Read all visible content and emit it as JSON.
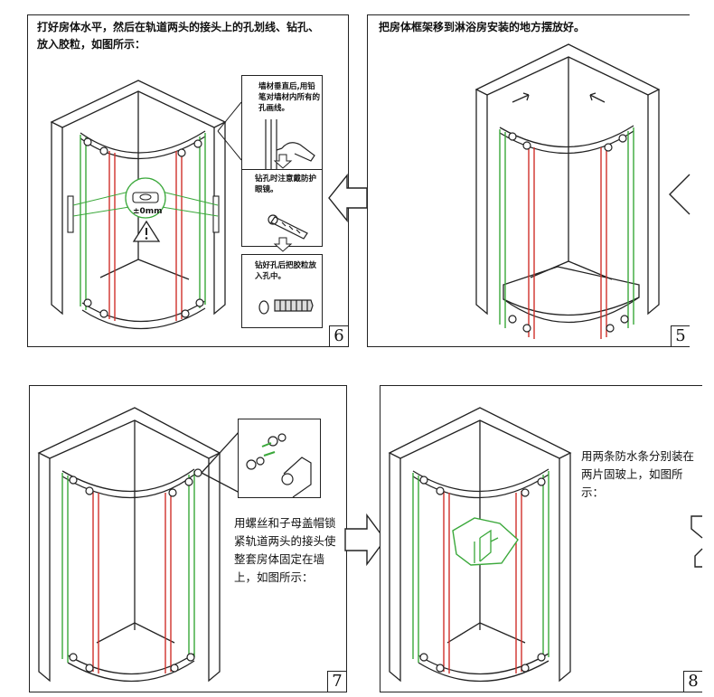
{
  "steps": [
    {
      "number": "6",
      "text": "打好房体水平，然后在轨道两头的接头上的孔划线、钻孔、放入胶粒，如图所示：",
      "level_label": "±0mm",
      "callouts": [
        "墙材垂直后,用铅笔对墙材内所有的孔画线。",
        "钻孔时注意戴防护眼镜。",
        "钻好孔后把胶粒放入孔中。"
      ]
    },
    {
      "number": "5",
      "text": "把房体框架移到淋浴房安装的地方摆放好。"
    },
    {
      "number": "7",
      "text": "用螺丝和子母盖帽锁紧轨道两头的接头使整套房体固定在墙上，如图所示："
    },
    {
      "number": "8",
      "text": "用两条防水条分别装在两片固玻上，如图所示："
    }
  ],
  "colors": {
    "frame": "#222222",
    "glass_fixed": "#3aa83a",
    "glass_door": "#d0302a"
  }
}
